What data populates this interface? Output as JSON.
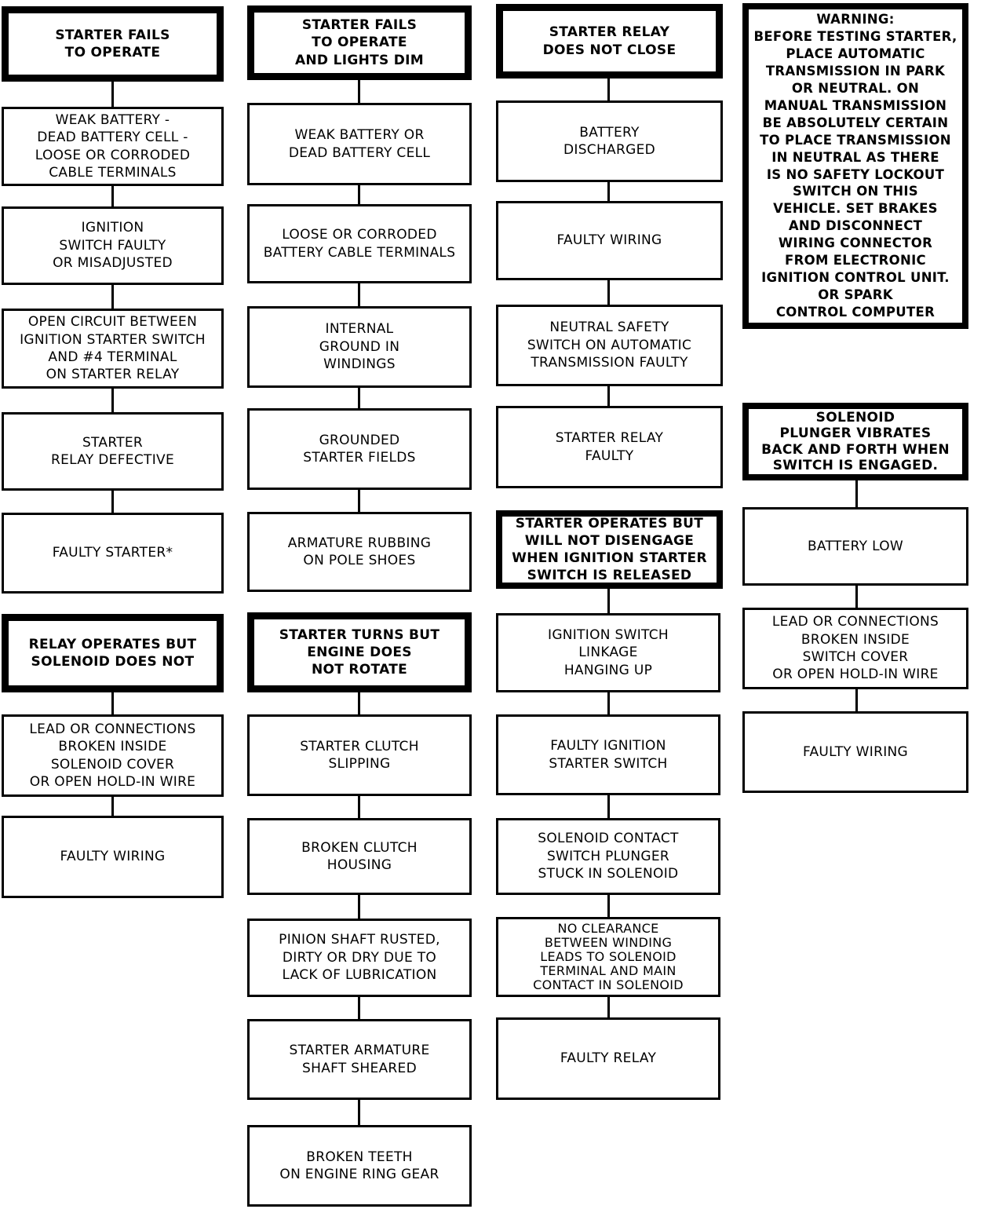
{
  "columns": [
    {
      "header": "STARTER FAILS\nTO OPERATE",
      "steps": [
        "WEAK BATTERY -\nDEAD BATTERY CELL -\nLOOSE OR CORRODED\nCABLE TERMINALS",
        "IGNITION\nSWITCH FAULTY\nOR MISADJUSTED",
        "OPEN CIRCUIT BETWEEN\nIGNITION STARTER SWITCH\nAND #4 TERMINAL\nON STARTER RELAY",
        "STARTER\nRELAY DEFECTIVE",
        "FAULTY STARTER*"
      ]
    },
    {
      "header": "STARTER FAILS\nTO OPERATE\nAND LIGHTS DIM",
      "steps": [
        "WEAK BATTERY OR\nDEAD BATTERY CELL",
        "LOOSE OR CORRODED\nBATTERY CABLE TERMINALS",
        "INTERNAL\nGROUND IN\nWINDINGS",
        "GROUNDED\nSTARTER FIELDS",
        "ARMATURE RUBBING\nON POLE SHOES"
      ]
    },
    {
      "header": "STARTER RELAY\nDOES NOT CLOSE",
      "steps": [
        "BATTERY\nDISCHARGED",
        "FAULTY WIRING",
        "NEUTRAL SAFETY\nSWITCH ON AUTOMATIC\nTRANSMISSION FAULTY",
        "STARTER RELAY\nFAULTY"
      ]
    },
    {
      "header": "RELAY OPERATES BUT\nSOLENOID DOES NOT",
      "steps": [
        "LEAD OR CONNECTIONS\nBROKEN INSIDE\nSOLENOID COVER\nOR OPEN HOLD-IN WIRE",
        "FAULTY WIRING"
      ]
    },
    {
      "header": "STARTER TURNS BUT\nENGINE DOES\nNOT ROTATE",
      "steps": [
        "STARTER CLUTCH\nSLIPPING",
        "BROKEN CLUTCH\nHOUSING",
        "PINION SHAFT RUSTED,\nDIRTY OR DRY DUE TO\nLACK OF LUBRICATION",
        "STARTER ARMATURE\nSHAFT SHEARED",
        "BROKEN TEETH\nON ENGINE RING GEAR"
      ]
    },
    {
      "header": "STARTER OPERATES BUT\nWILL NOT DISENGAGE\nWHEN IGNITION STARTER\nSWITCH IS RELEASED",
      "steps": [
        "IGNITION SWITCH\nLINKAGE\nHANGING UP",
        "FAULTY IGNITION\nSTARTER SWITCH",
        "SOLENOID CONTACT\nSWITCH PLUNGER\nSTUCK IN SOLENOID",
        "NO CLEARANCE\nBETWEEN WINDING\nLEADS TO SOLENOID\nTERMINAL AND MAIN\nCONTACT IN SOLENOID",
        "FAULTY RELAY"
      ]
    },
    {
      "header": "SOLENOID\nPLUNGER VIBRATES\nBACK AND FORTH WHEN\nSWITCH IS ENGAGED.",
      "steps": [
        "BATTERY LOW",
        "LEAD OR CONNECTIONS\nBROKEN INSIDE\nSWITCH COVER\nOR OPEN HOLD-IN WIRE",
        "FAULTY WIRING"
      ]
    }
  ],
  "warning": "WARNING:\nBEFORE TESTING STARTER,\nPLACE AUTOMATIC\nTRANSMISSION IN PARK\nOR NEUTRAL. ON\nMANUAL TRANSMISSION\nBE ABSOLUTELY CERTAIN\nTO PLACE TRANSMISSION\nIN NEUTRAL AS THERE\nIS NO SAFETY LOCKOUT\nSWITCH ON THIS\nVEHICLE. SET BRAKES\nAND DISCONNECT\nWIRING CONNECTOR\nFROM ELECTRONIC\nIGNITION CONTROL UNIT.\nOR SPARK\nCONTROL COMPUTER"
}
